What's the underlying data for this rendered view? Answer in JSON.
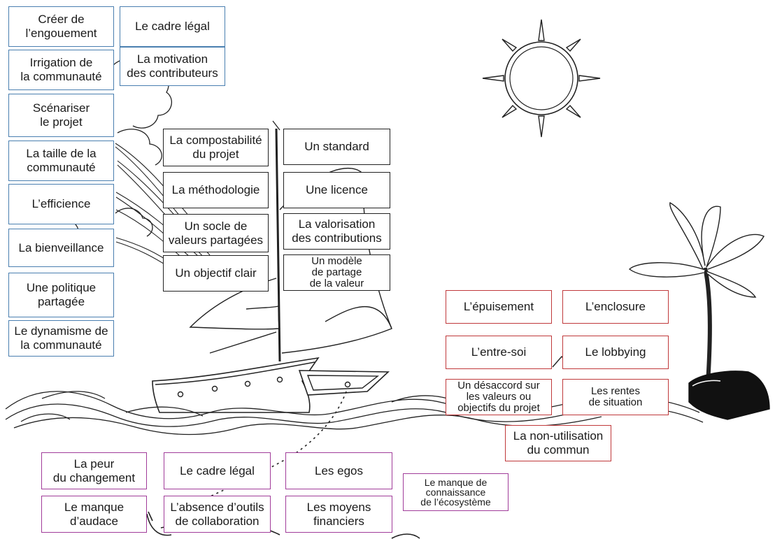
{
  "colors": {
    "blue": "#4a7fb0",
    "black": "#222222",
    "red": "#c0393b",
    "purple": "#a13c9a"
  },
  "icons": [
    "sun-icon",
    "sailboat-icon",
    "island-palm-icon",
    "waves-icon",
    "cloud-icon",
    "anchor-chain-icon"
  ],
  "wind_factors": [
    "Créer de\nl’engouement",
    "Irrigation de\nla communauté",
    "Scénariser\nle projet",
    "La taille de la\ncommunauté",
    "L’efficience",
    "La bienveillance",
    "Une politique\npartagée",
    "Le dynamisme de\nla communauté",
    "Le cadre légal",
    "La motivation\ndes contributeurs"
  ],
  "sail_left": [
    "La compostabilité\ndu projet",
    "La méthodologie",
    "Un socle de\nvaleurs partagées",
    "Un objectif clair"
  ],
  "sail_right": [
    "Un standard",
    "Une licence",
    "La valorisation\ndes contributions",
    "Un modèle\nde partage\nde la valeur"
  ],
  "reef_risks": [
    "L’épuisement",
    "L’enclosure",
    "L’entre-soi",
    "Le lobbying",
    "Un désaccord sur\nles valeurs ou\nobjectifs du projet",
    "Les rentes\nde situation",
    "La non-utilisation\ndu commun"
  ],
  "anchor_brakes": [
    "La peur\ndu changement",
    "Le cadre légal",
    "Les egos",
    "Le manque de\nconnaissance\nde l’écosystème",
    "Le manque\nd’audace",
    "L’absence d’outils\nde collaboration",
    "Les moyens\nfinanciers"
  ]
}
